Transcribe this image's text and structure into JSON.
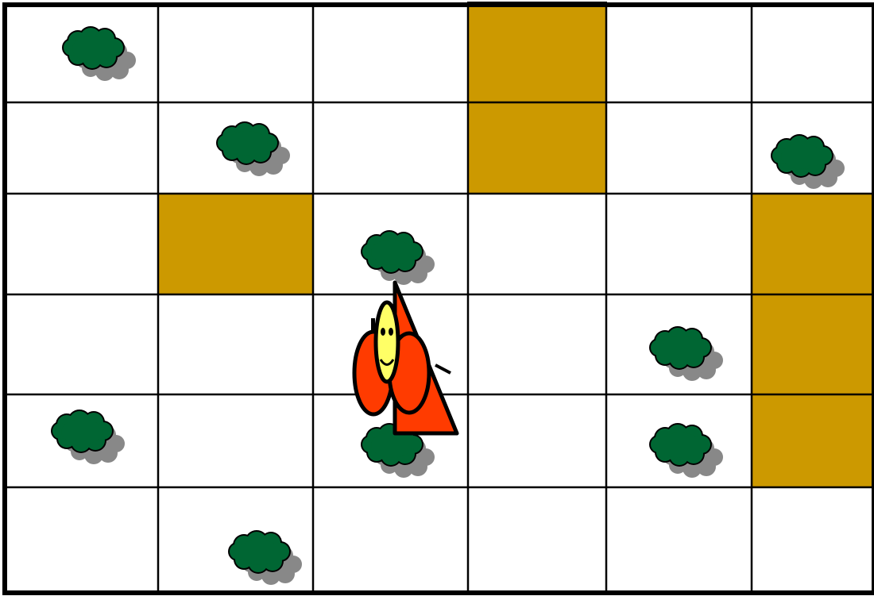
{
  "board": {
    "columns": 6,
    "rows": 6,
    "colors": {
      "background": "#ffffff",
      "grid_line": "#000000",
      "wall": "#cc9900",
      "bush_fill": "#006633",
      "bush_shadow": "#888888",
      "agent_body": "#ff3b00",
      "agent_face": "#ffff66",
      "outline": "#000000"
    },
    "walls": [
      {
        "col": 3,
        "row": 0,
        "col_span": 1,
        "row_span": 2
      },
      {
        "col": 1,
        "row": 2,
        "col_span": 1,
        "row_span": 1
      },
      {
        "col": 5,
        "row": 2,
        "col_span": 1,
        "row_span": 3
      }
    ],
    "bushes": [
      {
        "col": 0,
        "row": 0
      },
      {
        "col": 1,
        "row": 1
      },
      {
        "col": 5,
        "row": 1
      },
      {
        "col": 2,
        "row": 2
      },
      {
        "col": 4,
        "row": 3
      },
      {
        "col": 0,
        "row": 4
      },
      {
        "col": 2,
        "row": 4
      },
      {
        "col": 4,
        "row": 4
      },
      {
        "col": 1,
        "row": 5
      }
    ],
    "agent": {
      "col": 2,
      "row": 3,
      "icon": "gnome-wizard-icon"
    }
  }
}
